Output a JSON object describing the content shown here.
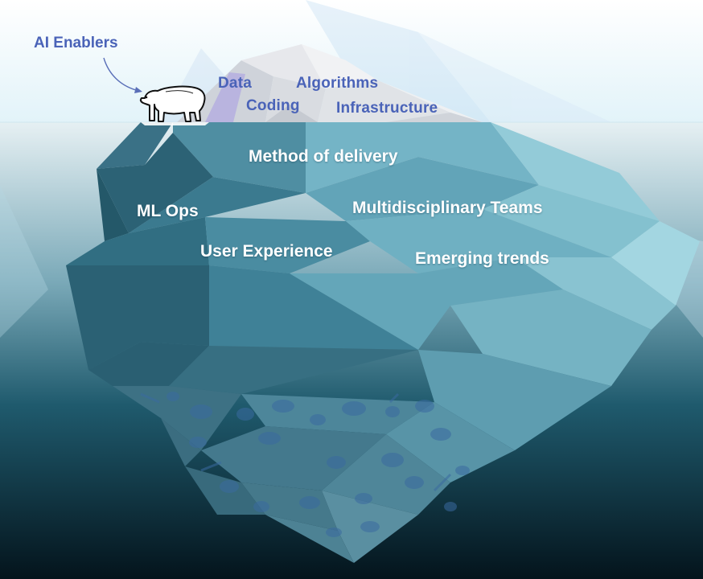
{
  "title": "AI Enablers",
  "above_water": [
    {
      "id": "data",
      "label": "Data"
    },
    {
      "id": "algorithms",
      "label": "Algorithms"
    },
    {
      "id": "coding",
      "label": "Coding"
    },
    {
      "id": "infrastructure",
      "label": "Infrastructure"
    }
  ],
  "below_water": [
    {
      "id": "method-of-delivery",
      "label": "Method of delivery"
    },
    {
      "id": "ml-ops",
      "label": "ML Ops"
    },
    {
      "id": "multidisciplinary-teams",
      "label": "Multidisciplinary Teams"
    },
    {
      "id": "user-experience",
      "label": "User Experience"
    },
    {
      "id": "emerging-trends",
      "label": "Emerging trends"
    }
  ],
  "colors": {
    "sky": "#eaf6fb",
    "water_top": "#e4eff3",
    "water_deep": "#06202c",
    "label_blue": "#4a63b8",
    "ice_light": "#9fd3e0",
    "ice_mid": "#5e9fb2",
    "ice_dark": "#2f6b7f"
  },
  "icons": [
    "polar-bear-icon",
    "arrow-icon"
  ]
}
